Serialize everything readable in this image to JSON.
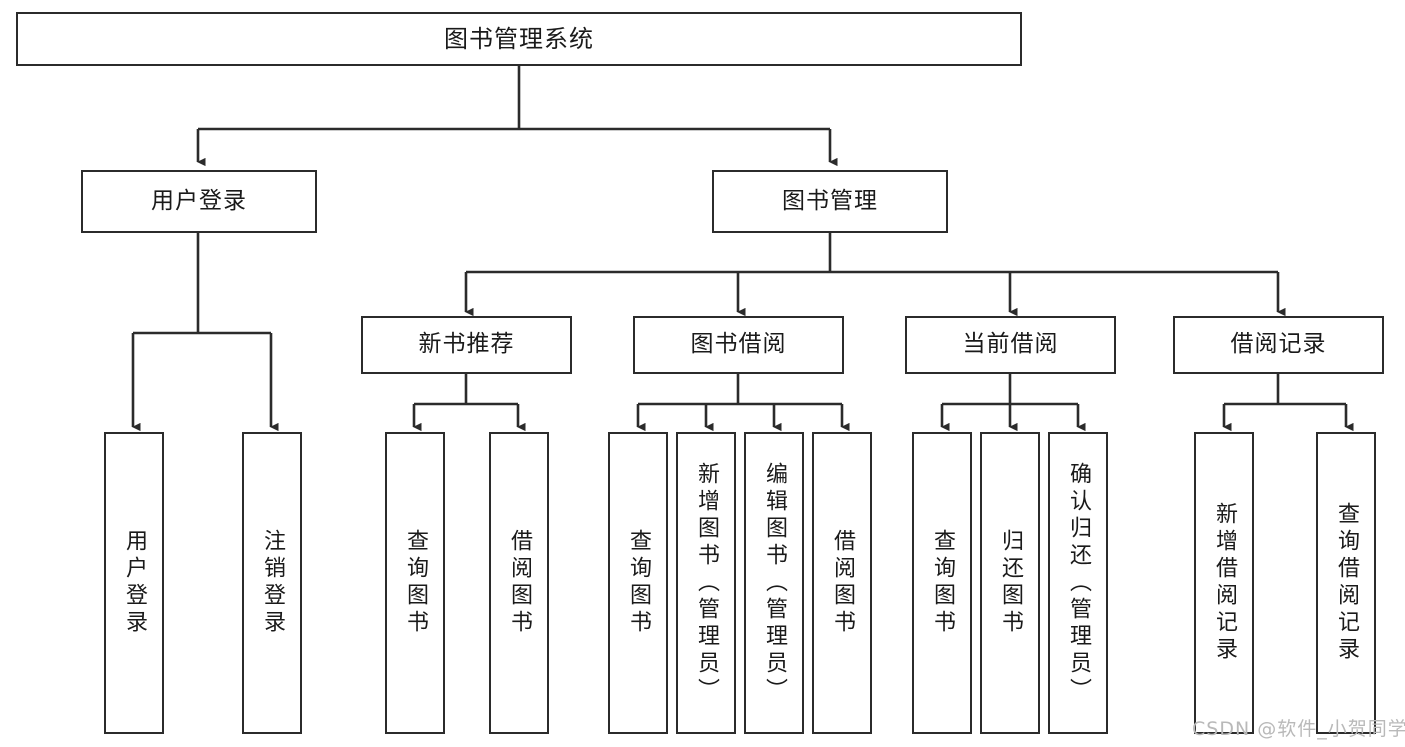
{
  "diagram": {
    "title": "图书管理系统",
    "type": "tree",
    "orientation": "top-down",
    "line_color": "#2b2b2b",
    "box_fill": "#ffffff",
    "text_color": "#1a1a1a",
    "levels": 4
  },
  "nodes": {
    "root": {
      "label": "图书管理系统"
    },
    "level2": [
      {
        "label": "用户登录"
      },
      {
        "label": "图书管理"
      }
    ],
    "level3": [
      {
        "label": "新书推荐"
      },
      {
        "label": "图书借阅"
      },
      {
        "label": "当前借阅"
      },
      {
        "label": "借阅记录"
      }
    ],
    "leaves": {
      "user_login": [
        {
          "label": "用户登录"
        },
        {
          "label": "注销登录"
        }
      ],
      "new_book_recommend": [
        {
          "label": "查询图书"
        },
        {
          "label": "借阅图书"
        }
      ],
      "book_borrow": [
        {
          "label": "查询图书"
        },
        {
          "label": "新增图书（管理员）"
        },
        {
          "label": "编辑图书（管理员）"
        },
        {
          "label": "借阅图书"
        }
      ],
      "current_borrow": [
        {
          "label": "查询图书"
        },
        {
          "label": "归还图书"
        },
        {
          "label": "确认归还（管理员）"
        }
      ],
      "borrow_record": [
        {
          "label": "新增借阅记录"
        },
        {
          "label": "查询借阅记录"
        }
      ]
    }
  },
  "watermark": {
    "text": "CSDN @软件_小贺同学"
  }
}
